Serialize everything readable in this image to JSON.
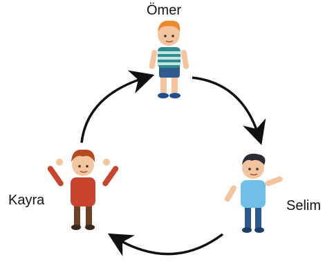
{
  "names": {
    "top": "Ömer",
    "right": "Selim",
    "left": "Kayra"
  },
  "figures": [
    {
      "name": "Ömer",
      "hair": "#e98a2e",
      "shirt": "#2f8c8a",
      "stripe": "#bfe6e3",
      "pants": "#2f5b8f"
    },
    {
      "name": "Selim",
      "hair": "#2a2d33",
      "shirt": "#6fbfe8",
      "pants": "#2b5a8c"
    },
    {
      "name": "Kayra",
      "hair": "#b54a22",
      "shirt": "#c8442f",
      "pants": "#6b4225"
    }
  ],
  "arrow_color": "#111111",
  "skin_color": "#f3c49d"
}
